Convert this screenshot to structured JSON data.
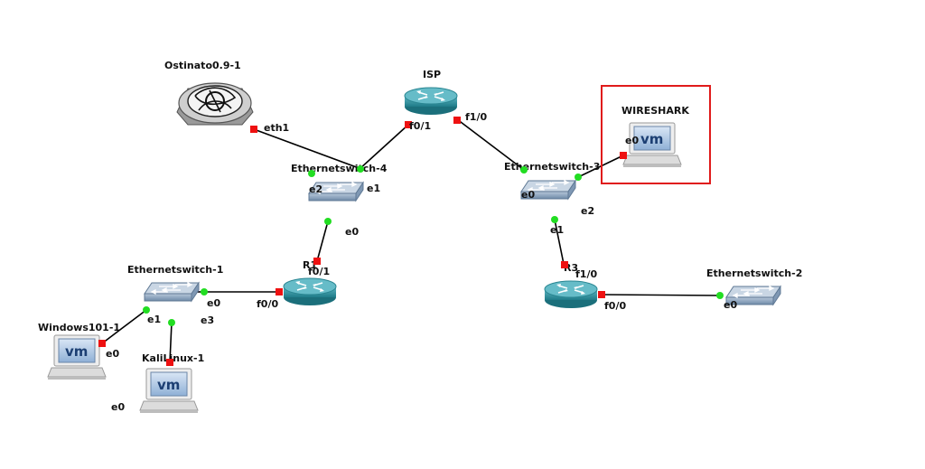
{
  "canvas": {
    "background": "#ffffff"
  },
  "colors": {
    "link": "#000000",
    "port_up": "#22dd22",
    "port_down": "#ee1111",
    "router": "#2f8f9c",
    "switch": "#8fa6c2",
    "selection": "#e01b1b"
  },
  "nodes": {
    "ostinato": {
      "name": "Ostinato0.9-1",
      "icon": "traffic-generator-icon"
    },
    "isp": {
      "name": "ISP",
      "icon": "router-icon"
    },
    "wireshark": {
      "name": "WIRESHARK",
      "icon": "vm-host-icon"
    },
    "esw4": {
      "name": "Ethernetswitch-4",
      "icon": "switch-icon"
    },
    "esw3": {
      "name": "Ethernetswitch-3",
      "icon": "switch-icon"
    },
    "esw1": {
      "name": "Ethernetswitch-1",
      "icon": "switch-icon"
    },
    "esw2": {
      "name": "Ethernetswitch-2",
      "icon": "switch-icon"
    },
    "r1": {
      "name": "R1",
      "icon": "router-icon"
    },
    "r3": {
      "name": "R3",
      "icon": "router-icon"
    },
    "win": {
      "name": "Windows101-1",
      "icon": "vm-host-icon"
    },
    "kali": {
      "name": "KaliLinux-1",
      "icon": "vm-host-icon"
    }
  },
  "vm_badge": "vm",
  "ports": {
    "ost_eth1": "eth1",
    "isp_f01": "f0/1",
    "isp_f10": "f1/0",
    "ws_e0": "e0",
    "esw4_e2": "e2",
    "esw4_e1": "e1",
    "esw4_e0": "e0",
    "esw3_e0": "e0",
    "esw3_e2": "e2",
    "esw3_e1": "e1",
    "r1_f01": "f0/1",
    "r1_f00": "f0/0",
    "r3_f10": "f1/0",
    "r3_f00": "f0/0",
    "esw1_e0": "e0",
    "esw1_e1": "e1",
    "esw1_e3": "e3",
    "esw2_e0": "e0",
    "win_e0": "e0",
    "kali_e0": "e0"
  }
}
